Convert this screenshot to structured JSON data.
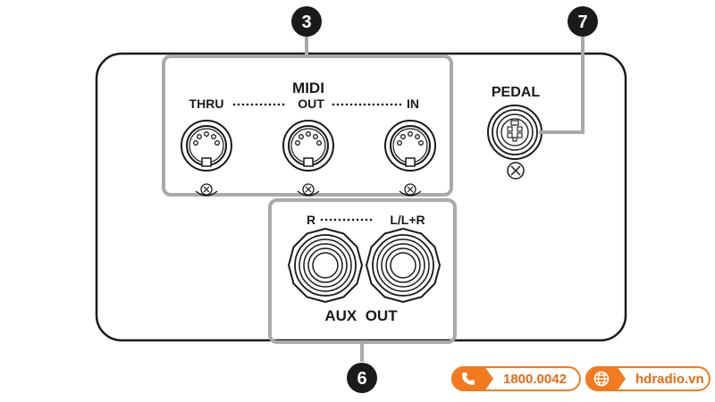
{
  "labels": {
    "midi": "MIDI",
    "thru": "THRU",
    "out": "OUT",
    "in": "IN",
    "pedal": "PEDAL",
    "r": "R",
    "l_lr": "L/L+R",
    "aux_out": "AUX  OUT"
  },
  "callouts": {
    "c3": "3",
    "c6": "6",
    "c7": "7"
  },
  "contact": {
    "phone": "1800.0042",
    "website": "hdradio.vn"
  },
  "colors": {
    "outline": "#1a1a1a",
    "highlight_box": "#a9a9a9",
    "callout_fill": "#1a1a1a",
    "brand_orange": "#f47a20"
  },
  "icons": {
    "phone": "phone-icon",
    "web": "globe-icon",
    "midi_symbol": "midi-symbol-icon",
    "pedal_symbol": "pedal-symbol-icon"
  }
}
